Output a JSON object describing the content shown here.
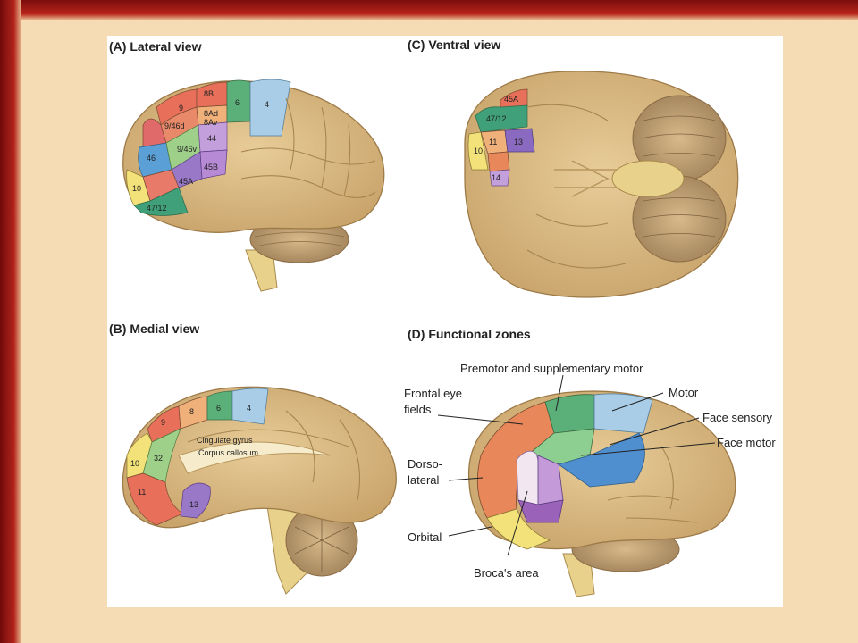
{
  "titles": {
    "a": "(A)  Lateral view",
    "b": "(B)  Medial view",
    "c": "(C)  Ventral view",
    "d": "(D)  Functional zones"
  },
  "lateral_areas": {
    "a8B": "8B",
    "a9": "9",
    "a9_46d": "9/46d",
    "a8Ad": "8Ad",
    "a8Av": "8Av",
    "a6": "6",
    "a4": "4",
    "a46": "46",
    "a9_46v": "9/46v",
    "a44": "44",
    "a45B": "45B",
    "a45A": "45A",
    "a10": "10",
    "a47_12": "47/12"
  },
  "medial_areas": {
    "a9": "9",
    "a8": "8",
    "a6": "6",
    "a4": "4",
    "a10": "10",
    "a32": "32",
    "a11": "11",
    "a13": "13",
    "cingulate": "Cingulate gyrus",
    "corpus": "Corpus callosum"
  },
  "ventral_areas": {
    "a45A": "45A",
    "a47_12": "47/12",
    "a11": "11",
    "a13": "13",
    "a10": "10",
    "a14": "14"
  },
  "functional_zones": {
    "premotor": "Premotor and supplementary motor",
    "frontal_eye_1": "Frontal eye",
    "frontal_eye_2": "fields",
    "motor": "Motor",
    "face_sensory": "Face sensory",
    "face_motor": "Face motor",
    "dorso_1": "Dorso-",
    "dorso_2": "lateral",
    "orbital": "Orbital",
    "broca": "Broca's area"
  },
  "colors": {
    "page_bg": "#f5dcb4",
    "frame_red": "#b3241b",
    "brain": "#dcbd86",
    "brain_dark": "#b08a55"
  }
}
